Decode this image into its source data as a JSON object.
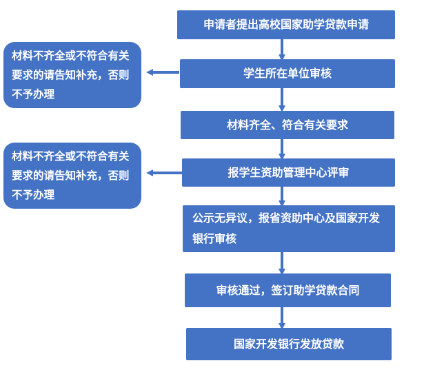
{
  "steps": [
    "申请者提出高校国家助学贷款申请",
    "学生所在单位审核",
    "材料齐全、符合有关要求",
    "报学生资助管理中心评审",
    "公示无异议，报省资助中心及国家开发银行审核",
    "审核通过，签订助学贷款合同",
    "国家开发银行发放贷款"
  ],
  "side_notes": [
    "材料不齐全或不符合有关要求的请告知补充，否则不予办理",
    "材料不齐全或不符合有关要求的请告知补充，否则不予办理"
  ],
  "colors": {
    "box": "#4472c4",
    "text": "#ffffff",
    "background": "#ffffff"
  }
}
